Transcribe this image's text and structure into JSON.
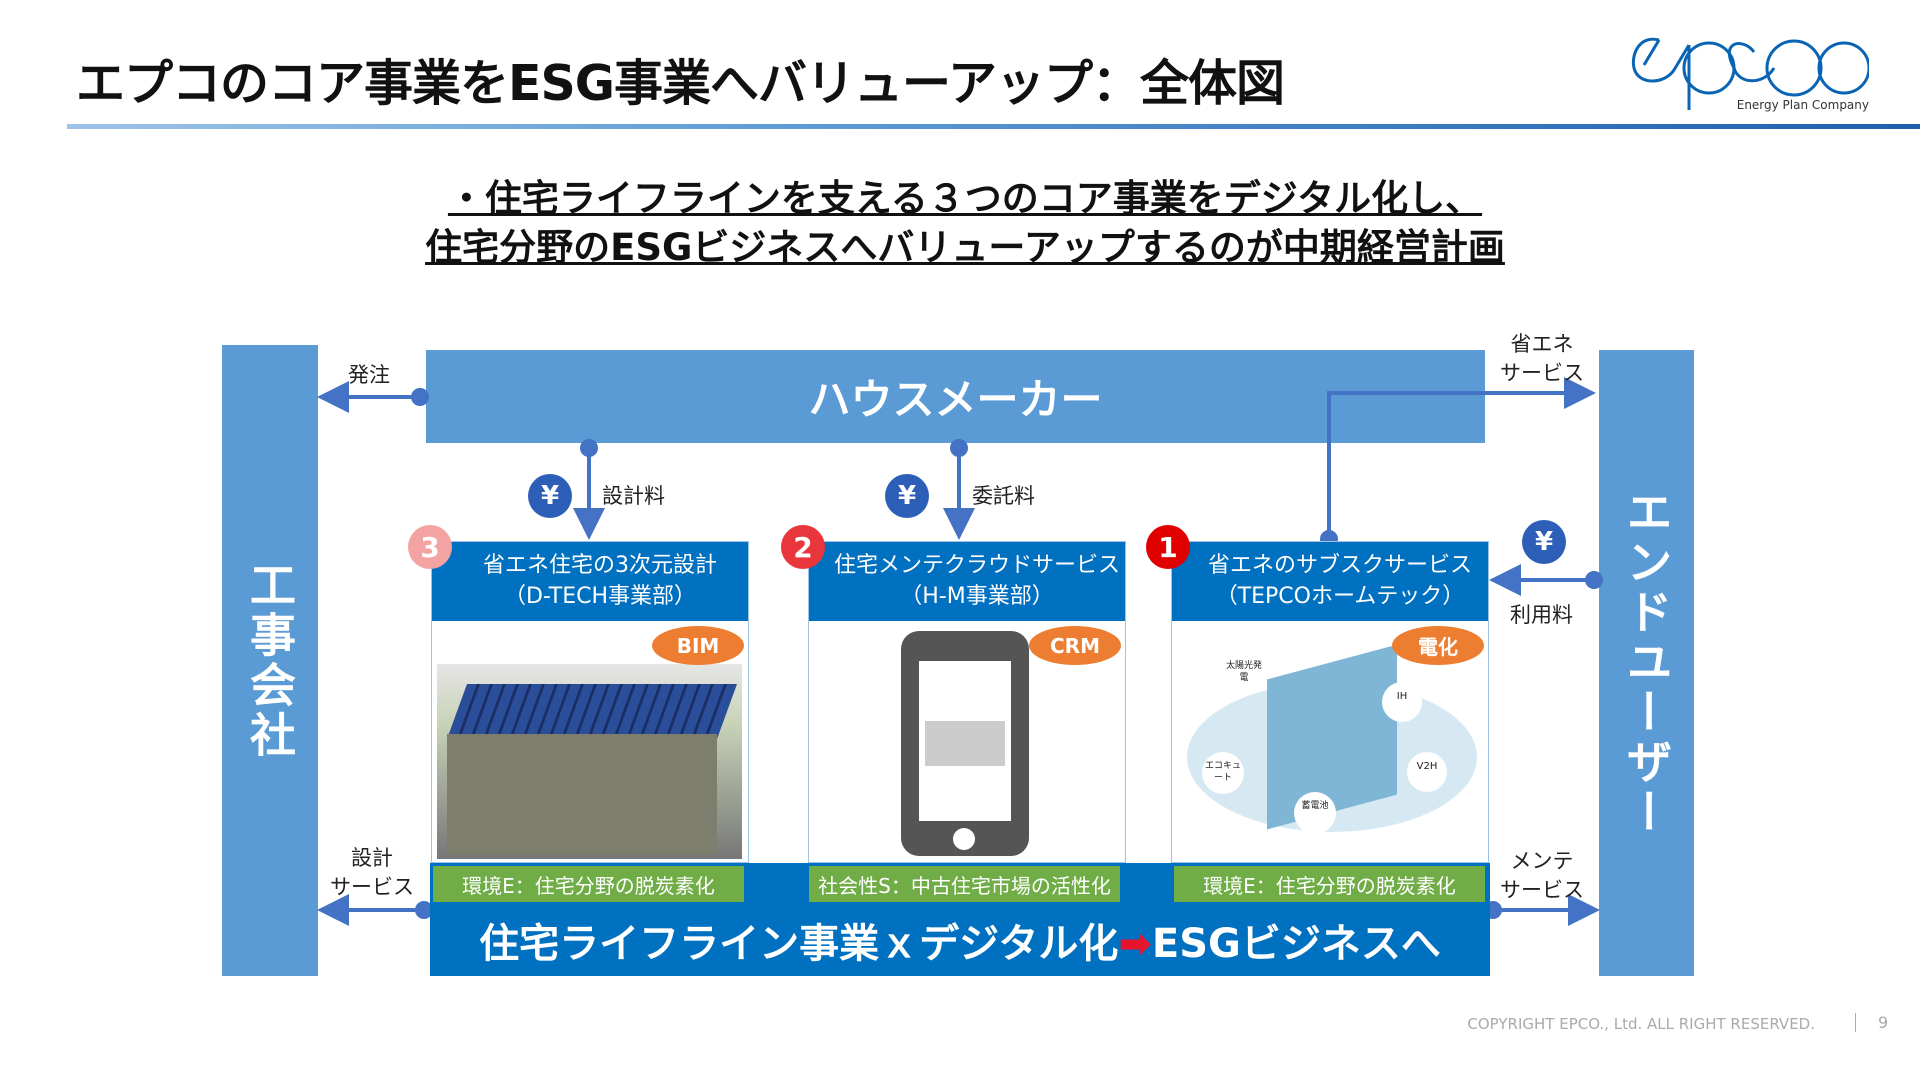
{
  "title": "エプコのコア事業をESG事業へバリューアップ：全体図",
  "logo": {
    "text": "epco",
    "tagline": "Energy Plan Company",
    "color": "#0a64b4"
  },
  "subtitle": [
    "・住宅ライフラインを支える３つのコア事業をデジタル化し、",
    "住宅分野のESGビジネスへバリューアップするのが中期経営計画"
  ],
  "left_bar": "工事会社",
  "right_bar": "エンドユーザー",
  "house_maker": "ハウスメーカー",
  "labels": {
    "order": "発注",
    "design_fee": "設計料",
    "commission_fee": "委託料",
    "energy_service_1": "省エネ",
    "energy_service_2": "サービス",
    "usage_fee": "利用料",
    "design_service_1": "設計",
    "design_service_2": "サービス",
    "maint_service_1": "メンテ",
    "maint_service_2": "サービス",
    "yen": "¥"
  },
  "cards": [
    {
      "number": "3",
      "title": "省エネ住宅の3次元設計",
      "dept": "（D-TECH事業部）",
      "tag": "BIM",
      "esg": "環境E：住宅分野の脱炭素化"
    },
    {
      "number": "2",
      "title": "住宅メンテクラウドサービス",
      "dept": "（H-M事業部）",
      "tag": "CRM",
      "esg": "社会性S：中古住宅市場の活性化"
    },
    {
      "number": "1",
      "title": "省エネのサブスクサービス",
      "dept": "（TEPCOホームテック）",
      "tag": "電化",
      "esg": "環境E：住宅分野の脱炭素化"
    }
  ],
  "diagram_labels": {
    "solar": "太陽光発電",
    "ih": "IH",
    "ecocute": "エコキュート",
    "v2h": "V2H",
    "battery": "蓄電池"
  },
  "bottom": {
    "left": "住宅ライフライン事業ｘデジタル化",
    "arrow": "➡",
    "right": "ESGビジネスへ"
  },
  "footer": {
    "copyright": "COPYRIGHT EPCO., Ltd. ALL RIGHT RESERVED.",
    "page": "9"
  },
  "colors": {
    "light_blue": "#5b9bd5",
    "blue": "#0070c0",
    "green": "#70ad47",
    "orange": "#ed7d31"
  }
}
